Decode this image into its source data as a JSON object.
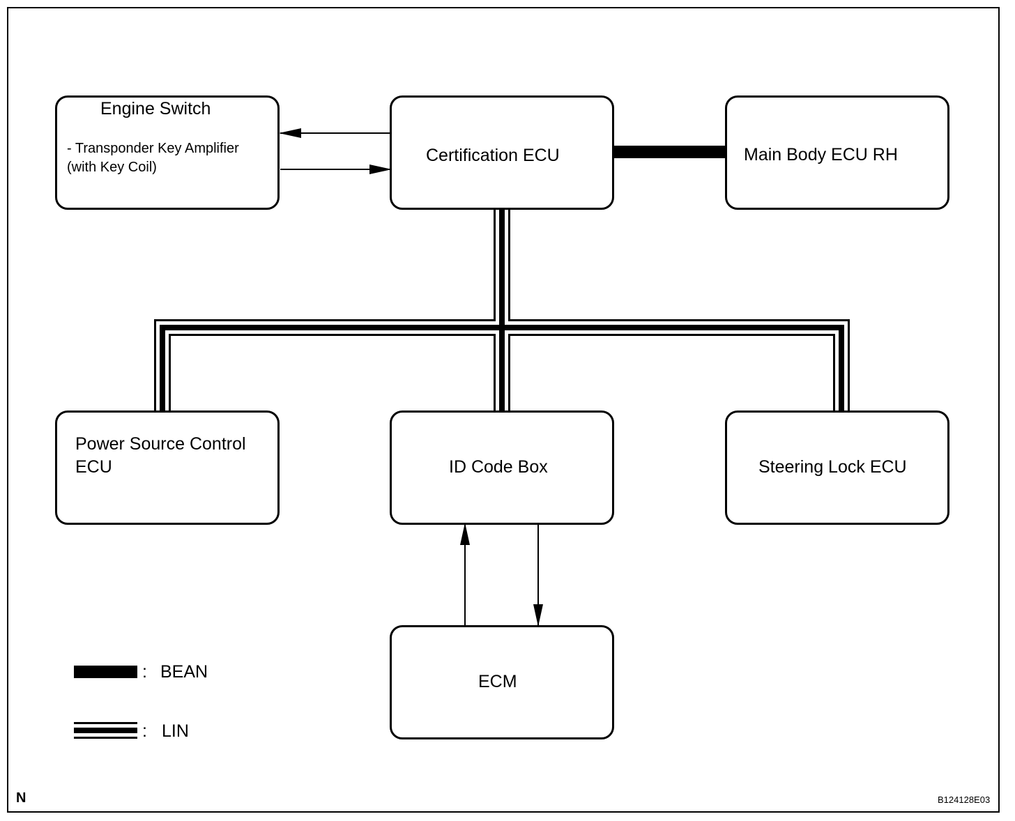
{
  "nodes": {
    "engine_switch": {
      "title": "Engine Switch",
      "line1": "- Transponder Key Amplifier",
      "line2": "(with Key Coil)"
    },
    "certification_ecu": {
      "label": "Certification ECU"
    },
    "main_body_ecu": {
      "label": "Main Body ECU RH"
    },
    "power_source_ecu": {
      "line1": "Power Source Control",
      "line2": "ECU"
    },
    "id_code_box": {
      "label": "ID Code Box"
    },
    "steering_lock_ecu": {
      "label": "Steering Lock ECU"
    },
    "ecm": {
      "label": "ECM"
    }
  },
  "legend": {
    "bean": {
      "sep": ":",
      "label": "BEAN"
    },
    "lin": {
      "sep": ":",
      "label": "LIN"
    }
  },
  "footer": {
    "corner_mark": "N",
    "figure_code": "B124128E03"
  },
  "colors": {
    "line": "#000000",
    "background": "#ffffff"
  }
}
